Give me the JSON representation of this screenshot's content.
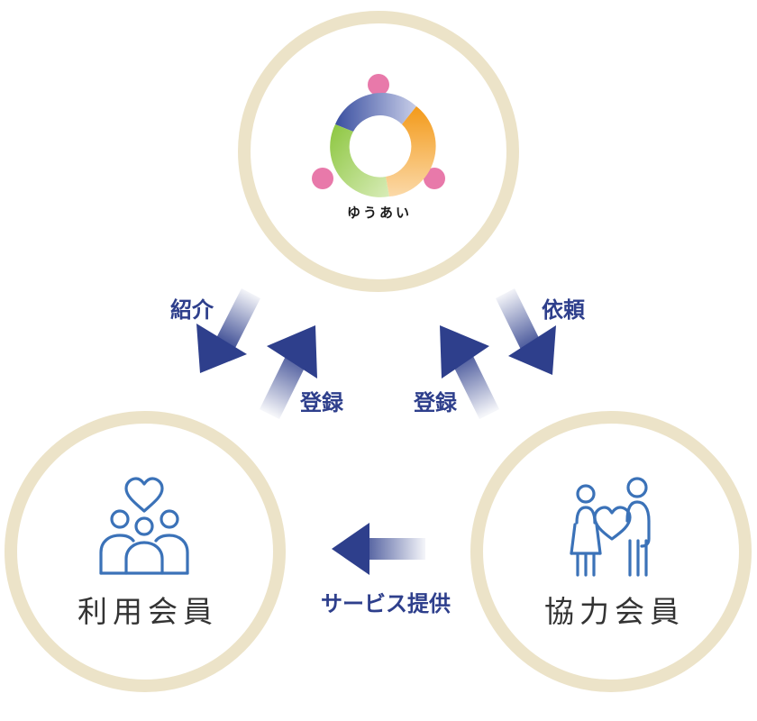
{
  "nodes": {
    "org": {
      "logo_text": "ゆうあい"
    },
    "user": {
      "label": "利用会員"
    },
    "helper": {
      "label": "協力会員"
    }
  },
  "flows": {
    "introduce": "紹介",
    "register_user": "登録",
    "register_helper": "登録",
    "request": "依頼",
    "service": "サービス提供"
  },
  "colors": {
    "ring": "#ece3c8",
    "arrow": "#2e3f8c",
    "label": "#2e3f8c",
    "icon": "#3b72b8",
    "logo_pink": "#e879aa"
  }
}
